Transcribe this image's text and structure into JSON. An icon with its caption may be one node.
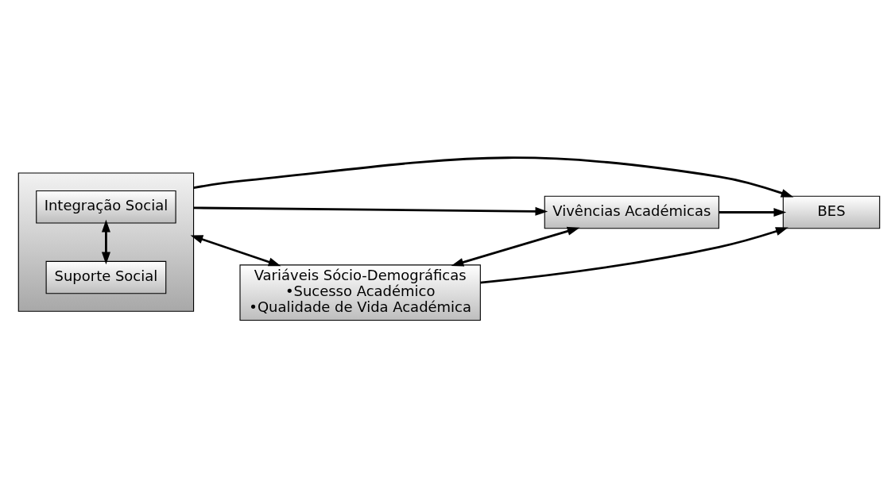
{
  "diagram": {
    "nodes": [
      {
        "text": [],
        "shape": "box"
      },
      {
        "text": [
          "Suporte Social"
        ],
        "in": 0
      },
      {
        "text": [
          "Integração Social"
        ],
        "in": 0
      },
      {
        "text": [
          "Vivências Académicas"
        ]
      },
      {
        "text": [
          "BES"
        ]
      },
      {
        "text": [
          "Variáveis Sócio-Demográficas",
          "•Sucesso Académico",
          "•Qualidade de Vida Académica"
        ]
      }
    ],
    "edges": [
      {
        "from": 1,
        "to": 2,
        "arrow": "both"
      },
      {
        "from": 0,
        "to": 3,
        "arrow": "to"
      },
      {
        "from": 3,
        "to": 4,
        "arrow": "to"
      },
      {
        "from": 0,
        "to": 4,
        "arrow": "to"
      },
      {
        "from": 0,
        "to": 5,
        "arrow": "both"
      },
      {
        "from": 5,
        "to": 3,
        "arrow": "both"
      },
      {
        "from": 5,
        "to": 4,
        "arrow": "to"
      }
    ]
  }
}
